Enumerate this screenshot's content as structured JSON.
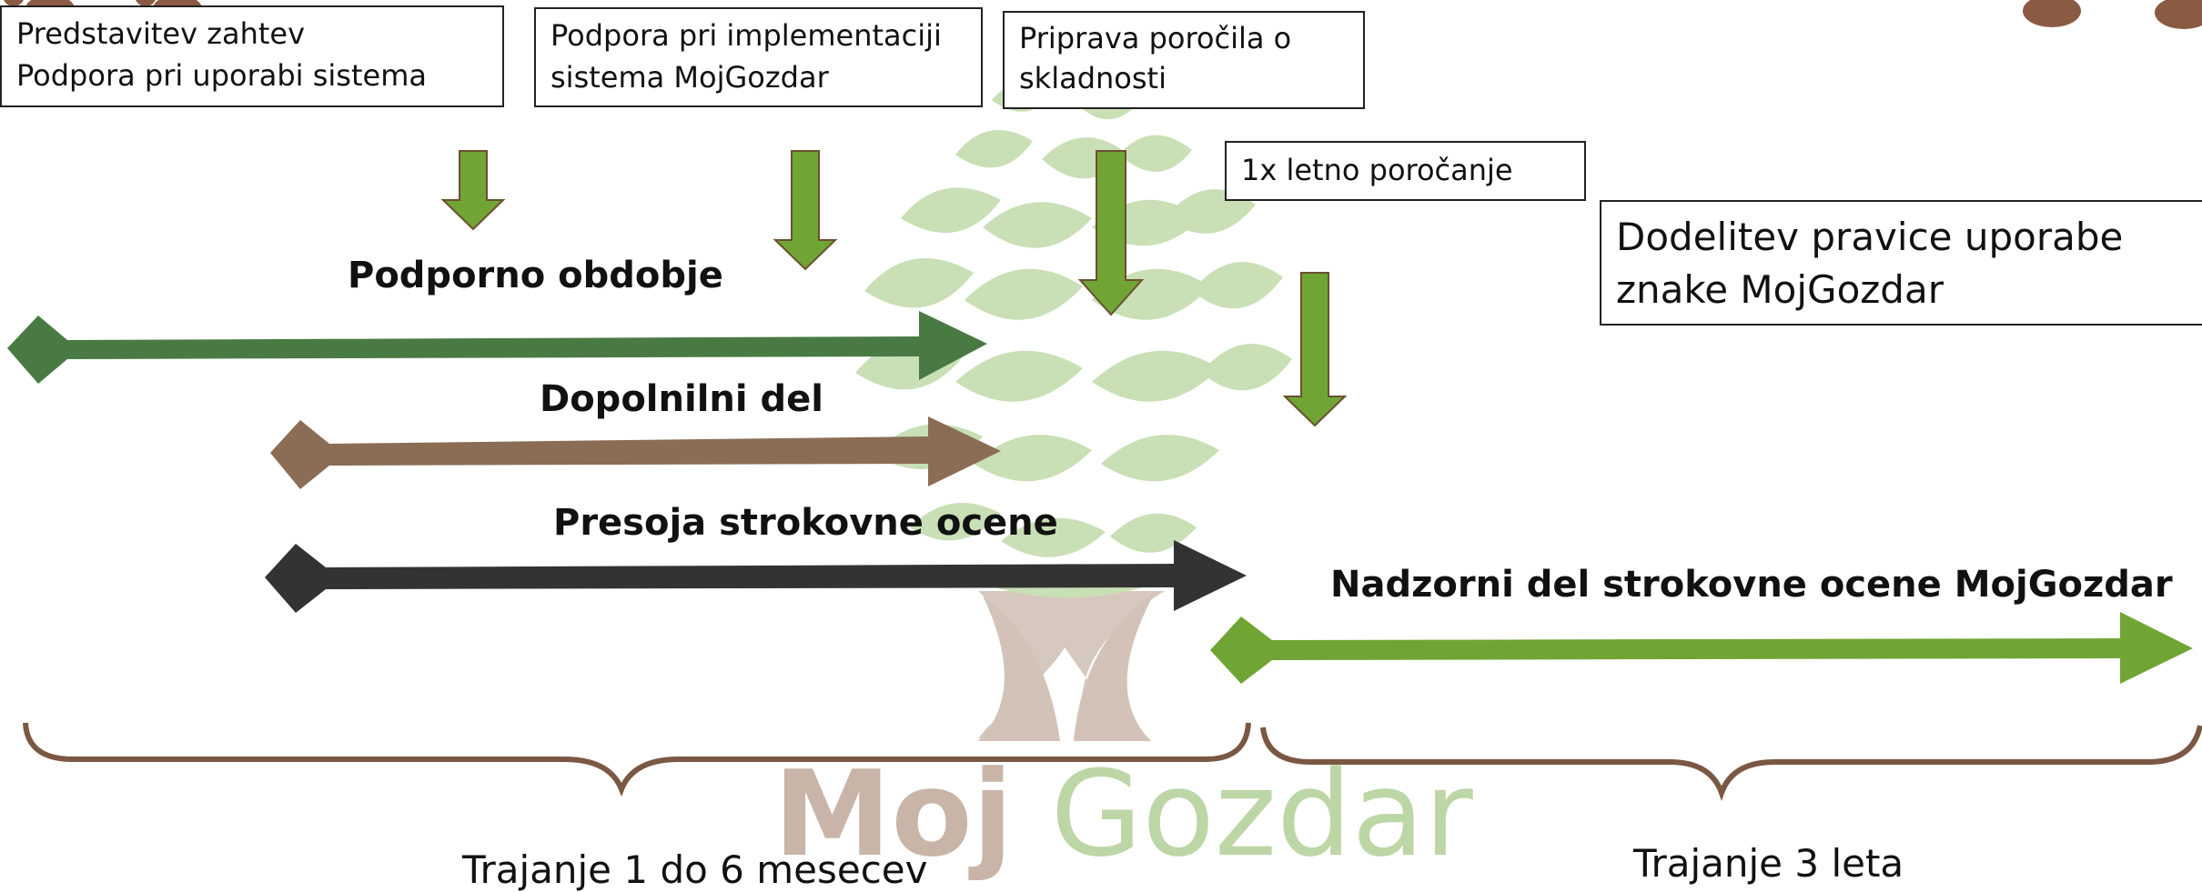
{
  "boxes": {
    "box1": {
      "line1": "Predstavitev zahtev",
      "line2": "Podpora pri uporabi sistema"
    },
    "box2": {
      "line1": "Podpora pri implementaciji",
      "line2": "sistema MojGozdar"
    },
    "box3": {
      "line1": "Priprava poročila o",
      "line2": "skladnosti"
    },
    "box4": {
      "line1": "1x letno poročanje"
    },
    "box5": {
      "line1": "Dodelitev pravice uporabe",
      "line2": "znake MojGozdar"
    }
  },
  "phases": {
    "support": "Podporno obdobje",
    "additional": "Dopolnilni del",
    "assessment": "Presoja strokovne ocene",
    "supervision": "Nadzorni del strokovne ocene MojGozdar"
  },
  "durations": {
    "first": "Trajanje 1 do 6 mesecev",
    "second": "Trajanje 3 leta"
  },
  "logo": {
    "part1": "Moj",
    "part2": "Gozdar"
  },
  "colors": {
    "dark_green": "#4a7a43",
    "brown": "#8b6d55",
    "dark_gray": "#333333",
    "light_green": "#70a535",
    "brace": "#7a5843",
    "cone": "#c9dfb5",
    "trunk": "#d3c2b8"
  },
  "icons": [
    "paw-print-icon",
    "pine-cone-icon",
    "tree-trunk-icon"
  ]
}
